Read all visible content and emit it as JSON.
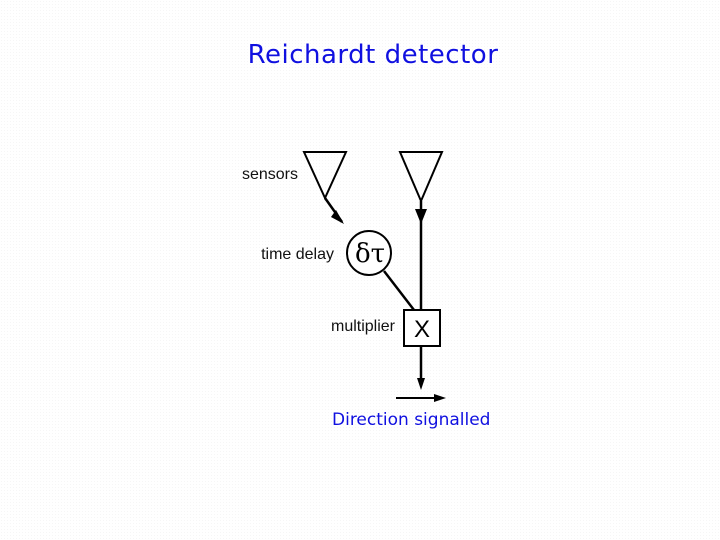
{
  "title": "Reichardt detector",
  "labels": {
    "sensors": "sensors",
    "time_delay": "time delay",
    "multiplier": "multiplier"
  },
  "symbols": {
    "delay": "δτ",
    "multiplier": "X"
  },
  "caption": "Direction signalled",
  "colors": {
    "title": "#1010e0",
    "caption": "#1010e0",
    "lines": "#000000"
  }
}
